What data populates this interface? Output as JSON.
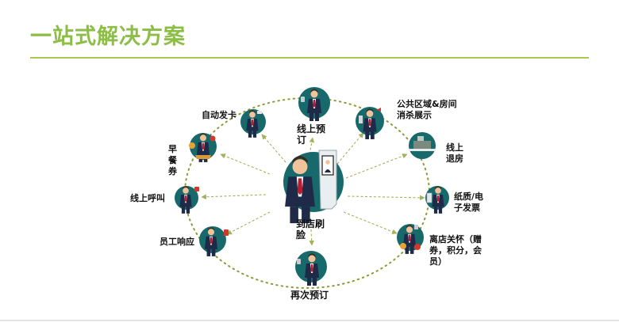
{
  "title": "一站式解决方案",
  "center_label": "到店刷脸",
  "nodes": [
    {
      "key": "top",
      "label": "线上预订"
    },
    {
      "key": "checkin",
      "label": "公共区域&房间消杀展示"
    },
    {
      "key": "checkout",
      "label": "线上退房"
    },
    {
      "key": "invoice",
      "label": "纸质/电子发票"
    },
    {
      "key": "care",
      "label": "离店关怀（赠券，积分，会员）"
    },
    {
      "key": "rebook",
      "label": "再次预订"
    },
    {
      "key": "staff",
      "label": "员工响应"
    },
    {
      "key": "call",
      "label": "线上呼叫"
    },
    {
      "key": "breakfast",
      "label": "早餐券"
    },
    {
      "key": "card",
      "label": "自动发卡"
    }
  ],
  "colors": {
    "accent": "#8cbd45",
    "teal": "#17696b",
    "suit": "#1f2a48",
    "tie": "#b81e2e",
    "dots": "#8c9a3a",
    "arrow": "#a4b05c"
  }
}
